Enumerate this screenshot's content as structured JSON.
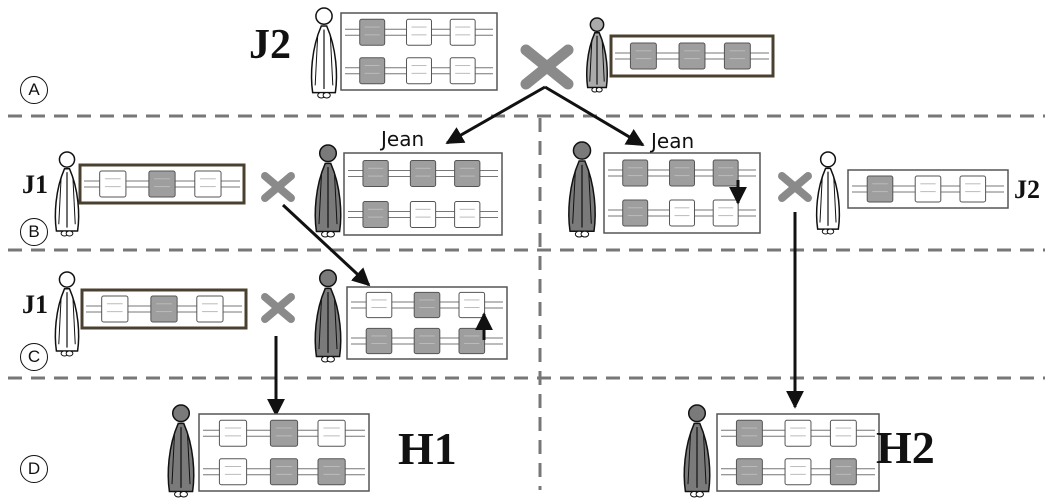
{
  "labels": {
    "row_a": "A",
    "row_b": "B",
    "row_c": "C",
    "row_d": "D",
    "j2_top": "J2",
    "j1_b": "J1",
    "j2_b": "J2",
    "j1_c": "J1",
    "h1": "H1",
    "h2": "H2",
    "jean_left": "Jean",
    "jean_right": "Jean"
  },
  "colors": {
    "shaded": "#9e9e9e",
    "blank": "#ffffff",
    "line": "#111111",
    "dashed": "#777777",
    "cross": "#8a8a8a",
    "frame_dark": "#4a4030"
  }
}
